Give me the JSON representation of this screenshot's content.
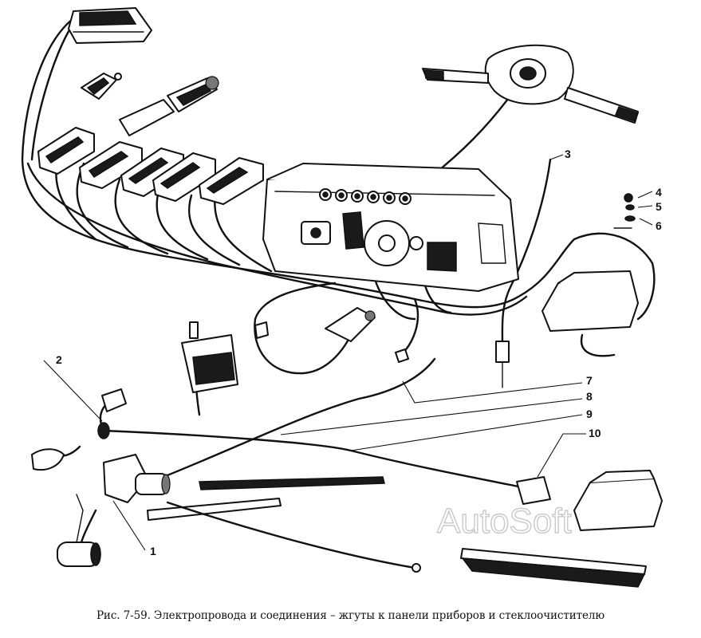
{
  "caption": "Рис. 7-59. Электропровода и соединения – жгуты к панели приборов и стеклоочистителю",
  "watermark": "AutoSoft",
  "callouts": [
    "1",
    "2",
    "3",
    "4",
    "5",
    "6",
    "7",
    "8",
    "9",
    "10"
  ]
}
